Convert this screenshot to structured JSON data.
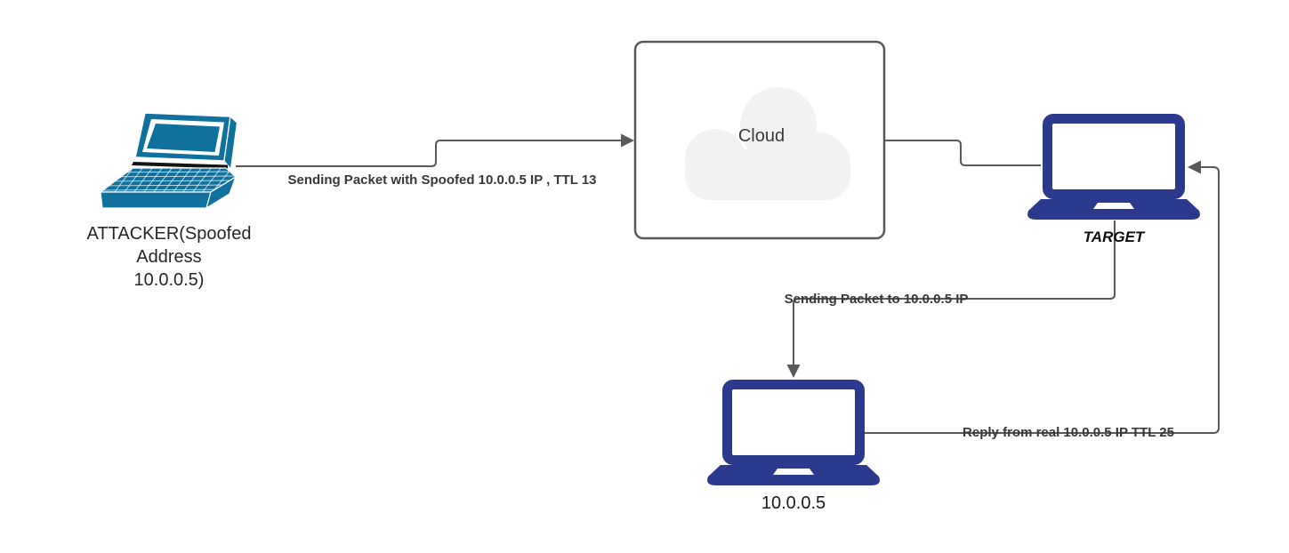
{
  "diagram": {
    "title": "IP spoofing / TTL probe network diagram",
    "nodes": {
      "attacker": {
        "label_lines": [
          "ATTACKER(Spoofed",
          "Address",
          "10.0.0.5)"
        ],
        "icon": "laptop-classic-icon",
        "color": "#10719f"
      },
      "cloud": {
        "label": "Cloud",
        "fill": "#f2f2f2",
        "border_color": "#595959"
      },
      "target": {
        "label": "TARGET",
        "icon": "laptop-icon",
        "color": "#2b3a8c"
      },
      "real_host": {
        "label": "10.0.0.5",
        "icon": "laptop-icon",
        "color": "#2b3a8c"
      }
    },
    "edges": [
      {
        "from": "attacker",
        "to": "cloud",
        "label": "Sending Packet with Spoofed 10.0.0.5 IP , TTL 13",
        "arrow": "right"
      },
      {
        "from": "cloud",
        "to": "target",
        "label": "",
        "arrow": "none"
      },
      {
        "from": "target",
        "to": "real_host",
        "label": "Sending Packet to 10.0.0.5 IP",
        "arrow": "down"
      },
      {
        "from": "real_host",
        "to": "target",
        "label": "Reply from real 10.0.0.5 IP TTL 25",
        "arrow": "left"
      }
    ],
    "colors": {
      "connector": "#595959",
      "edge_label_text": "#383838",
      "node_label_text": "#262626"
    }
  }
}
